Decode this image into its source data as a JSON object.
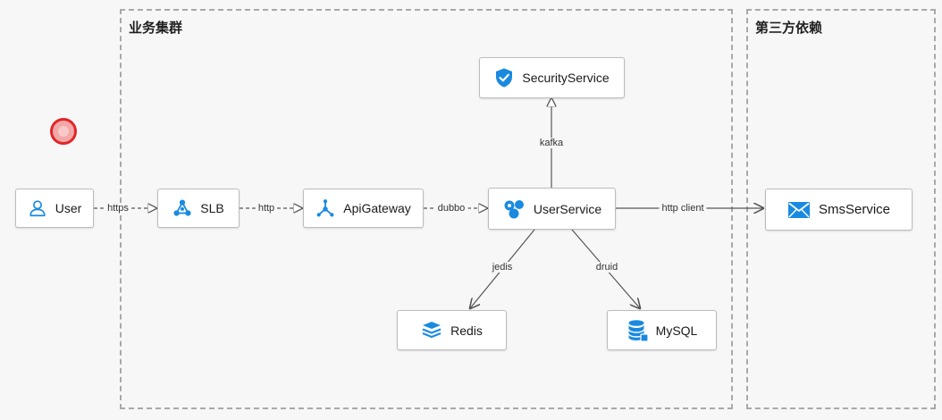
{
  "clusters": {
    "business": {
      "title": "业务集群"
    },
    "thirdparty": {
      "title": "第三方依赖"
    }
  },
  "nodes": {
    "user": {
      "label": "User",
      "icon": "user-icon"
    },
    "slb": {
      "label": "SLB",
      "icon": "network-hub-icon"
    },
    "gateway": {
      "label": "ApiGateway",
      "icon": "gateway-icon"
    },
    "userservice": {
      "label": "UserService",
      "icon": "hexagon-cluster-icon"
    },
    "security": {
      "label": "SecurityService",
      "icon": "shield-check-icon"
    },
    "redis": {
      "label": "Redis",
      "icon": "database-stack-icon"
    },
    "mysql": {
      "label": "MySQL",
      "icon": "database-icon"
    },
    "sms": {
      "label": "SmsService",
      "icon": "envelope-icon"
    }
  },
  "edges": {
    "user_slb": "https",
    "slb_gateway": "http",
    "gateway_userservice": "dubbo",
    "userservice_security": "kafka",
    "userservice_sms": "http client",
    "userservice_redis": "jedis",
    "userservice_mysql": "druid"
  },
  "colors": {
    "icon_blue": "#1a8ae0",
    "border_dashed": "#a9a9a9",
    "cursor_red": "#e0262a"
  }
}
